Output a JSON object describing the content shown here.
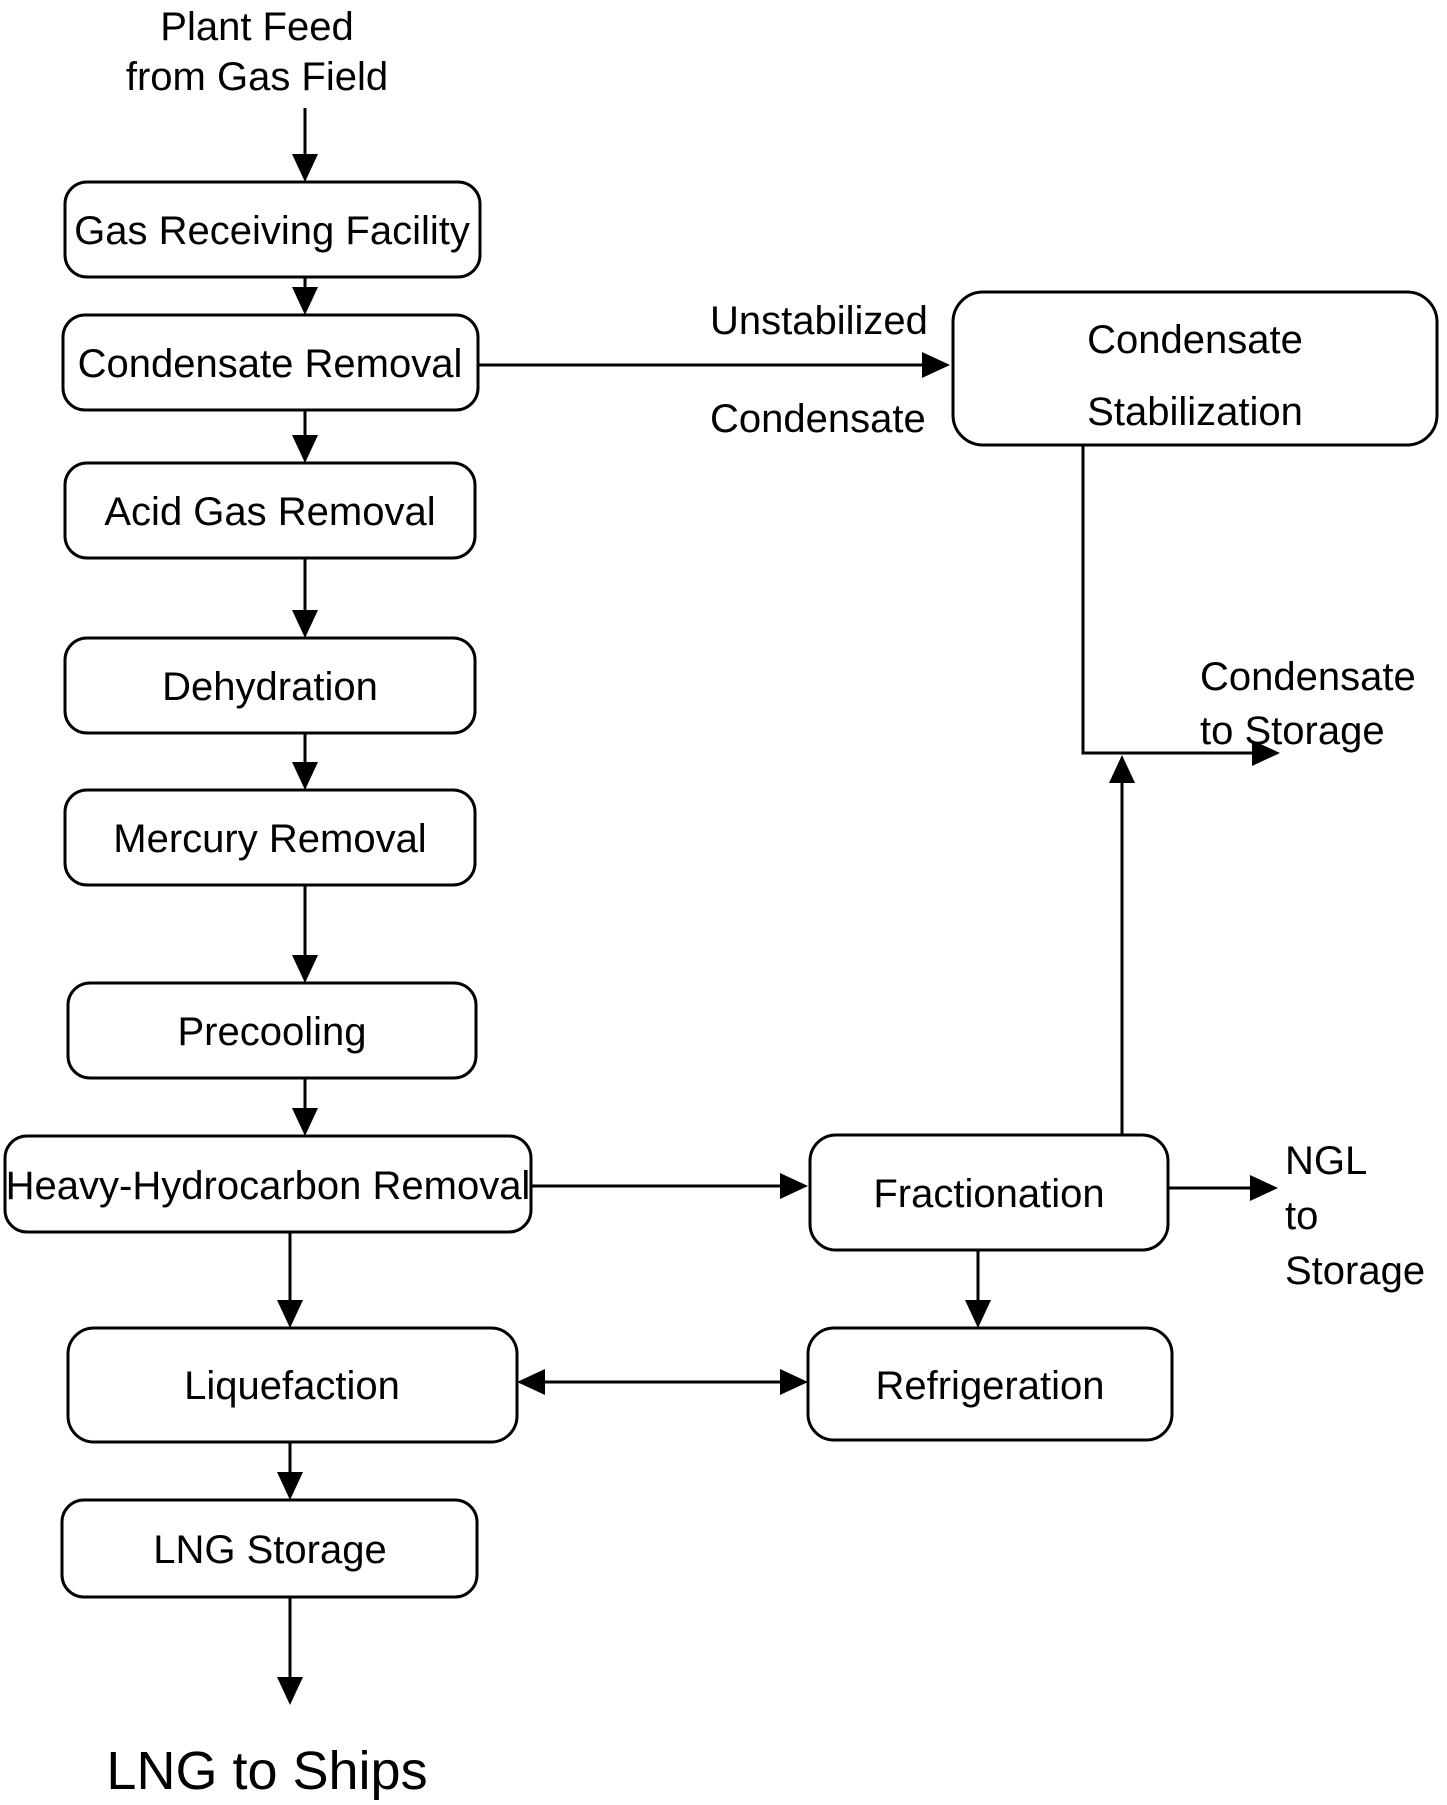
{
  "colors": {
    "line": "#000000",
    "box_fill": "#ffffff",
    "background": "#ffffff",
    "text": "#000000"
  },
  "source_label": {
    "line1": "Plant Feed",
    "line2": "from Gas Field"
  },
  "sink_label": "LNG to Ships",
  "nodes": [
    {
      "id": "gas-receiving-facility",
      "label": "Gas Receiving Facility"
    },
    {
      "id": "condensate-removal",
      "label": "Condensate Removal"
    },
    {
      "id": "acid-gas-removal",
      "label": "Acid Gas Removal"
    },
    {
      "id": "dehydration",
      "label": "Dehydration"
    },
    {
      "id": "mercury-removal",
      "label": "Mercury Removal"
    },
    {
      "id": "precooling",
      "label": "Precooling"
    },
    {
      "id": "heavy-hydrocarbon-removal",
      "label": "Heavy-Hydrocarbon Removal"
    },
    {
      "id": "liquefaction",
      "label": "Liquefaction"
    },
    {
      "id": "lng-storage",
      "label": "LNG Storage"
    },
    {
      "id": "condensate-stabilization",
      "label_lines": [
        "Condensate",
        "Stabilization"
      ]
    },
    {
      "id": "fractionation",
      "label": "Fractionation"
    },
    {
      "id": "refrigeration",
      "label": "Refrigeration"
    }
  ],
  "stream_labels": {
    "unstabilized_condensate": {
      "line1": "Unstabilized",
      "line2": "Condensate"
    },
    "condensate_to_storage": {
      "line1": "Condensate",
      "line2": "to Storage"
    },
    "ngl_to_storage": {
      "line1": "NGL",
      "line2": "to",
      "line3": "Storage"
    }
  },
  "edges": [
    {
      "from": "plant-feed",
      "to": "gas-receiving-facility"
    },
    {
      "from": "gas-receiving-facility",
      "to": "condensate-removal"
    },
    {
      "from": "condensate-removal",
      "to": "condensate-stabilization",
      "label": "Unstabilized Condensate"
    },
    {
      "from": "condensate-removal",
      "to": "acid-gas-removal"
    },
    {
      "from": "acid-gas-removal",
      "to": "dehydration"
    },
    {
      "from": "dehydration",
      "to": "mercury-removal"
    },
    {
      "from": "mercury-removal",
      "to": "precooling"
    },
    {
      "from": "precooling",
      "to": "heavy-hydrocarbon-removal"
    },
    {
      "from": "heavy-hydrocarbon-removal",
      "to": "fractionation"
    },
    {
      "from": "heavy-hydrocarbon-removal",
      "to": "liquefaction"
    },
    {
      "from": "condensate-stabilization",
      "to": "condensate-to-storage"
    },
    {
      "from": "fractionation",
      "to": "condensate-to-storage"
    },
    {
      "from": "fractionation",
      "to": "ngl-to-storage"
    },
    {
      "from": "fractionation",
      "to": "refrigeration"
    },
    {
      "from": "liquefaction",
      "to": "refrigeration",
      "bidirectional": true
    },
    {
      "from": "liquefaction",
      "to": "lng-storage"
    },
    {
      "from": "lng-storage",
      "to": "lng-to-ships"
    }
  ]
}
